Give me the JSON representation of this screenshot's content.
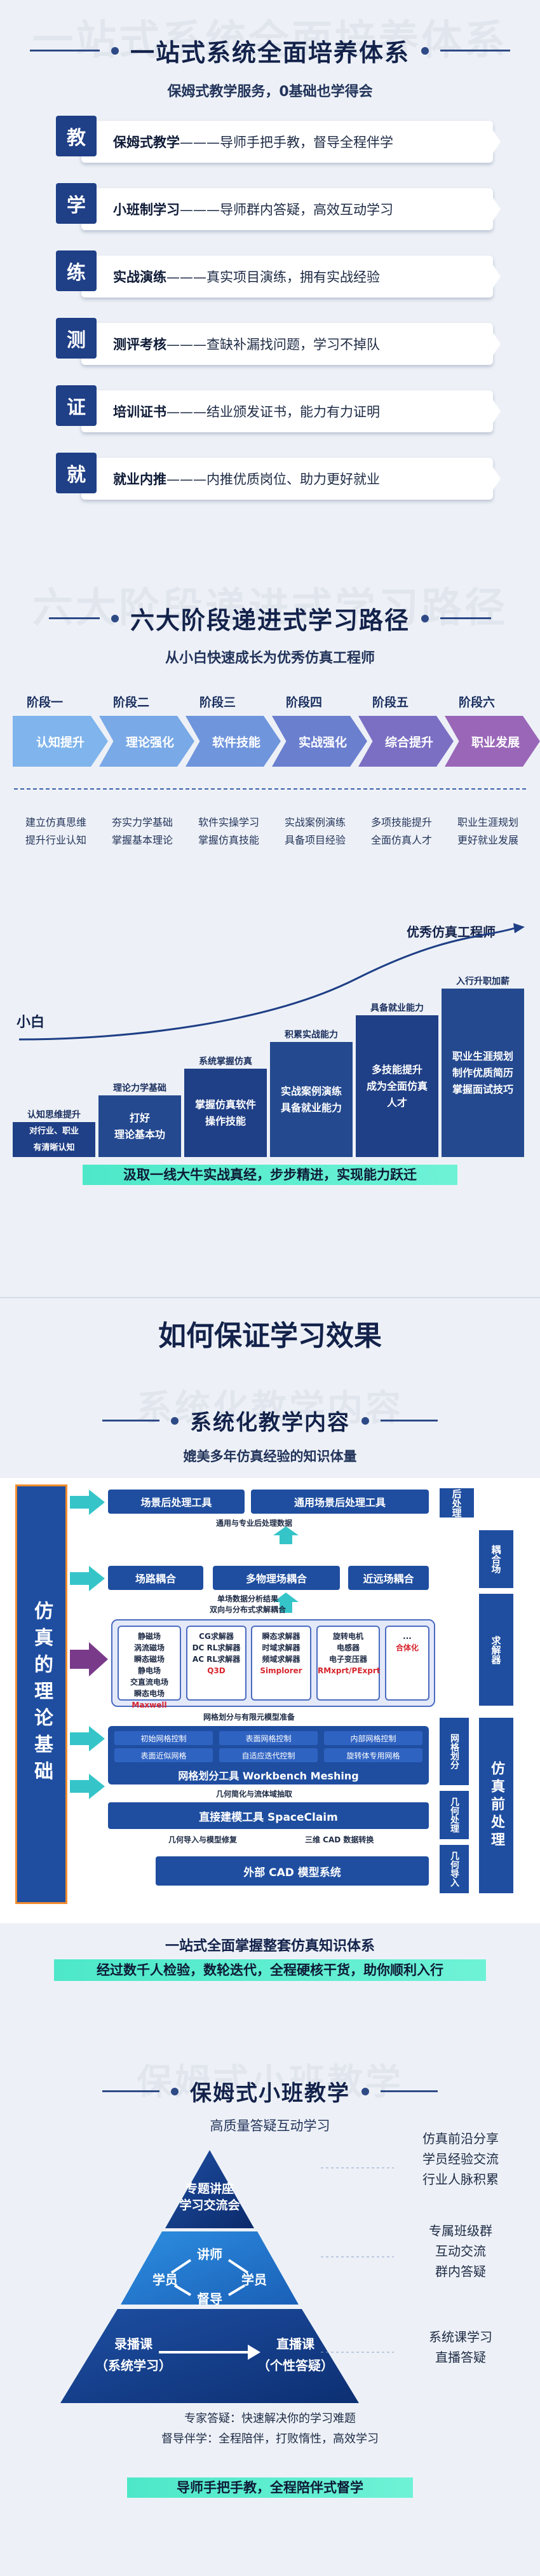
{
  "s1": {
    "title": "一站式系统全面培养体系",
    "subtitle": "保姆式教学服务，0基础也学得会",
    "watermark": "一站式系统全面培养体系",
    "rows": [
      {
        "tag": "教",
        "key": "保姆式教学",
        "text": "———导师手把手教，督导全程伴学"
      },
      {
        "tag": "学",
        "key": "小班制学习",
        "text": "———导师群内答疑，高效互动学习"
      },
      {
        "tag": "练",
        "key": "实战演练",
        "text": "———真实项目演练，拥有实战经验"
      },
      {
        "tag": "测",
        "key": "测评考核",
        "text": "———查缺补漏找问题，学习不掉队"
      },
      {
        "tag": "证",
        "key": "培训证书",
        "text": "———结业颁发证书，能力有力证明"
      },
      {
        "tag": "就",
        "key": "就业内推",
        "text": "———内推优质岗位、助力更好就业"
      }
    ]
  },
  "s2": {
    "title": "六大阶段递进式学习路径",
    "subtitle": "从小白快速成长为优秀仿真工程师",
    "watermark": "六大阶段递进式学习路径",
    "stages": [
      {
        "hdr": "阶段一",
        "name": "认知提升",
        "desc1": "建立仿真思维",
        "desc2": "提升行业认知"
      },
      {
        "hdr": "阶段二",
        "name": "理论强化",
        "desc1": "夯实力学基础",
        "desc2": "掌握基本理论"
      },
      {
        "hdr": "阶段三",
        "name": "软件技能",
        "desc1": "软件实操学习",
        "desc2": "掌握仿真技能"
      },
      {
        "hdr": "阶段四",
        "name": "实战强化",
        "desc1": "实战案例演练",
        "desc2": "具备项目经验"
      },
      {
        "hdr": "阶段五",
        "name": "综合提升",
        "desc1": "多项技能提升",
        "desc2": "全面仿真人才"
      },
      {
        "hdr": "阶段六",
        "name": "职业发展",
        "desc1": "职业生涯规划",
        "desc2": "更好就业发展"
      }
    ],
    "start_label": "小白",
    "end_label": "优秀仿真工程师",
    "steps": [
      {
        "lbl": "认知思维提升",
        "text": "对行业、职业\n有清晰认知"
      },
      {
        "lbl": "理论力学基础",
        "text": "打好\n理论基本功"
      },
      {
        "lbl": "系统掌握仿真",
        "text": "掌握仿真软件\n操作技能"
      },
      {
        "lbl": "积累实战能力",
        "text": "实战案例演练\n具备就业能力"
      },
      {
        "lbl": "具备就业能力",
        "text": "多技能提升\n成为全面仿真\n人才"
      },
      {
        "lbl": "入行升职加薪",
        "text": "职业生涯规划\n制作优质简历\n掌握面试技巧"
      }
    ],
    "highlight": "汲取一线大牛实战真经，步步精进，实现能力跃迁"
  },
  "s3": {
    "big_title": "如何保证学习效果",
    "watermark": "系统化教学内容",
    "title": "系统化教学内容",
    "subtitle": "媲美多年仿真经验的知识体量",
    "left_label": "仿真的理论基础",
    "top1": "场景后处理工具",
    "top2": "通用场景后处理工具",
    "note1": "通用与专业后处理数据",
    "mid1": "场路耦合",
    "mid2": "多物理场耦合",
    "mid3": "近远场耦合",
    "note2": "单场数据分析结果\n双向与分布式求解耦合",
    "solverA": [
      "静磁场",
      "涡流磁场",
      "瞬态磁场",
      "静电场",
      "交直流电场",
      "瞬态电场",
      "Maxwell"
    ],
    "solverB": [
      "CG求解器",
      "DC RL求解器",
      "AC RL求解器",
      "Q3D"
    ],
    "solverC": [
      "瞬态求解器",
      "时域求解器",
      "频域求解器",
      "Simplorer"
    ],
    "solverD": [
      "旋转电机",
      "电感器",
      "电子变压器",
      "RMxprt/PExprt"
    ],
    "solverE": [
      "...",
      "合体化"
    ],
    "note3": "网格划分与有限元模型准备",
    "mesh": [
      "初始网格控制",
      "表面网格控制",
      "内部网格控制",
      "表面近似网格",
      "自适应迭代控制",
      "旋转体专用网格"
    ],
    "mesh_title": "网格划分工具 Workbench Meshing",
    "note4": "几何简化与流体域抽取",
    "geo": "直接建模工具 SpaceClaim",
    "note5a": "几何导入与模型修复",
    "note5b": "三维 CAD 数据转换",
    "cad": "外部 CAD 模型系统",
    "right": [
      "后处理",
      "耦合场",
      "求解器",
      "网格划分",
      "几何处理",
      "几何导入"
    ],
    "right_big": "仿真前处理",
    "foot1": "一站式全面掌握整套仿真知识体系",
    "foot2": "经过数千人检验，数轮迭代，全程硬核干货，助你顺利入行"
  },
  "s4": {
    "watermark": "保姆式小班教学",
    "title": "保姆式小班教学",
    "subtitle": "高质量答疑互动学习",
    "top": "专题讲座\n学习交流会",
    "teacher": "讲师",
    "student": "学员",
    "supervisor": "督导",
    "rec": "录播课\n（系统学习）",
    "live": "直播课\n（个性答疑）",
    "note1": "仿真前沿分享\n学员经验交流\n行业人脉积累",
    "note2": "专属班级群\n互动交流\n群内答疑",
    "note3": "系统课学习\n直播答疑",
    "expert": "专家答疑：快速解决你的学习难题",
    "supervise": "督导伴学：全程陪伴，打败惰性，高效学习",
    "highlight": "导师手把手教，全程陪伴式督学"
  }
}
